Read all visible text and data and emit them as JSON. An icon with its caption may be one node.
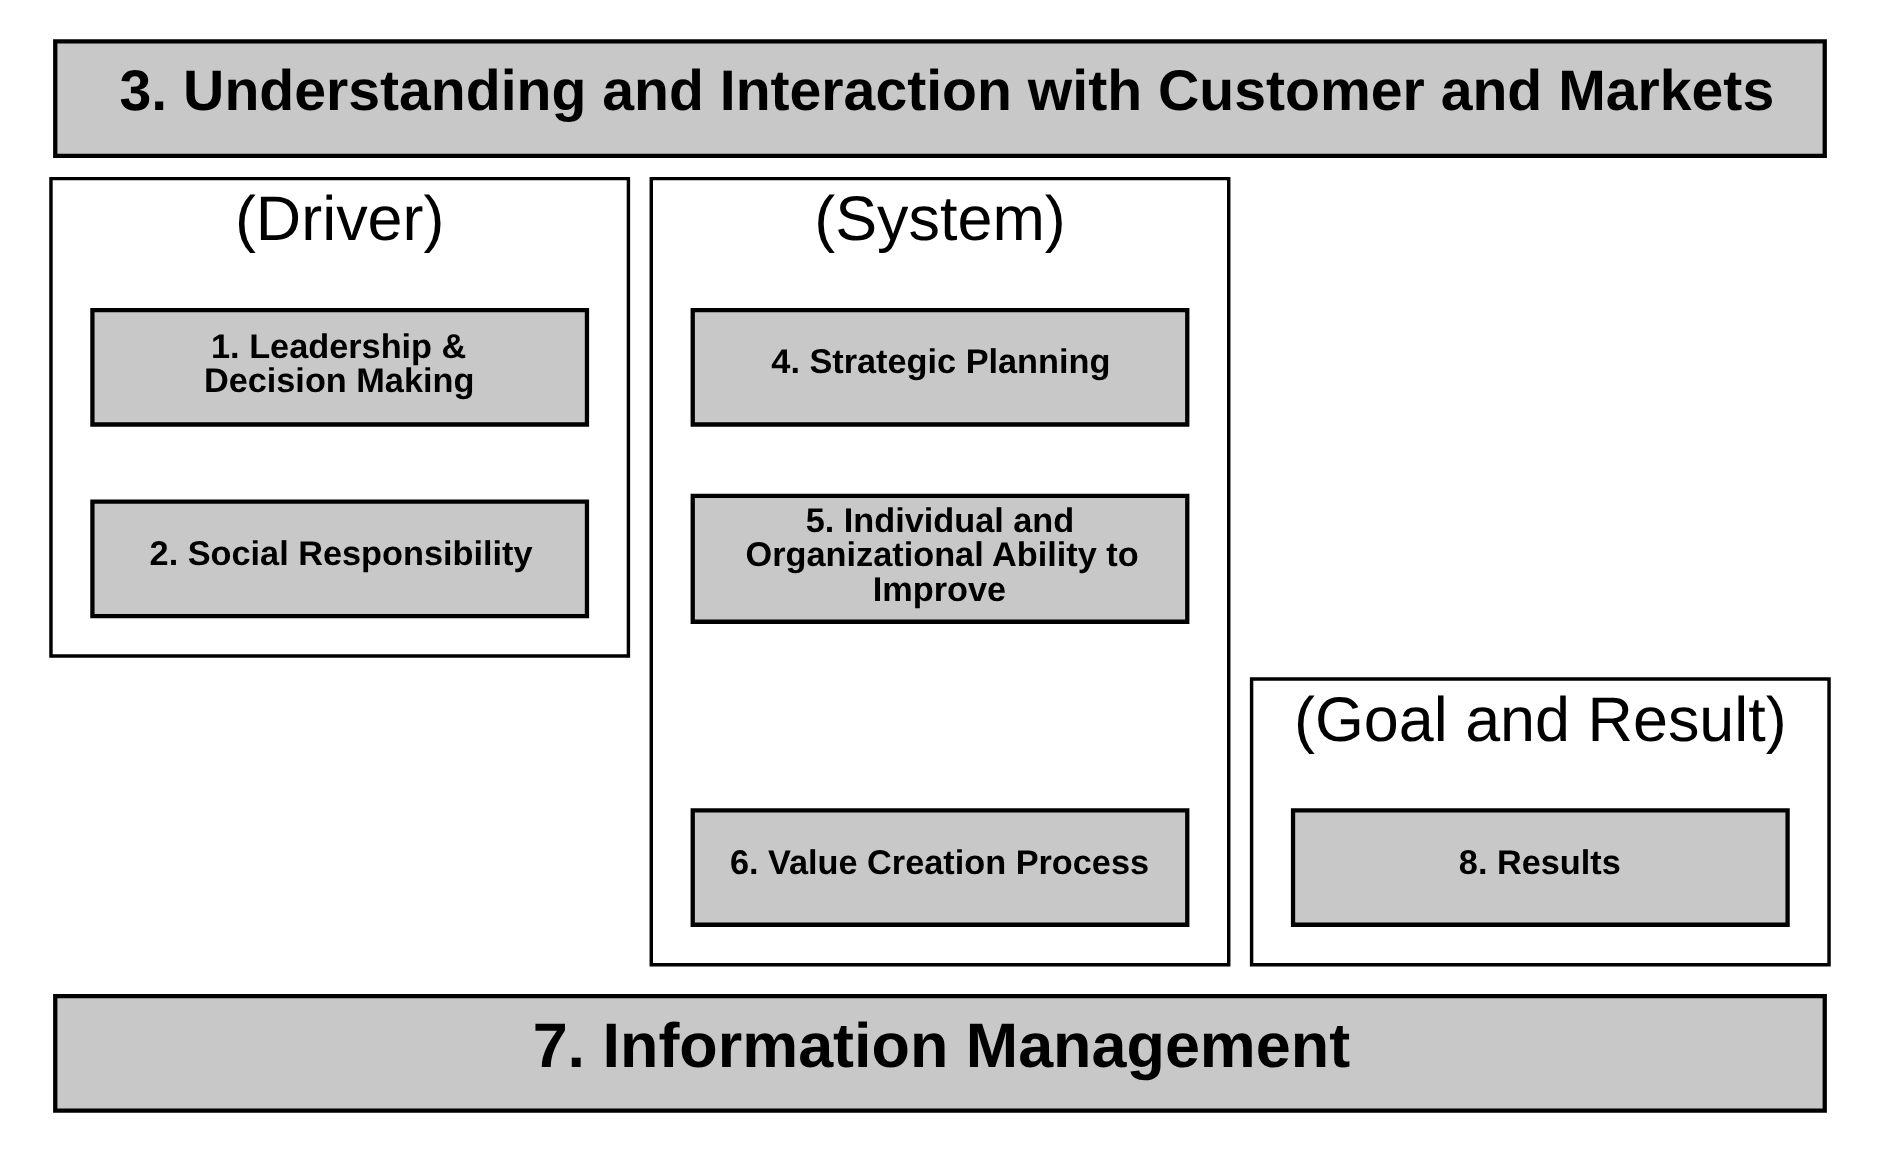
{
  "diagram": {
    "nodes": [
      {
        "text": [
          "3. Understanding and Interaction with Customer and Markets"
        ]
      },
      {
        "text": [
          "(Driver)"
        ]
      },
      {
        "text": [
          "1. Leadership & Decision Making"
        ],
        "in": 1
      },
      {
        "text": [
          "2. Social Responsibility"
        ],
        "in": 1
      },
      {
        "text": [
          "(System)"
        ]
      },
      {
        "text": [
          "4. Strategic Planning"
        ],
        "in": 4
      },
      {
        "text": [
          "5. Individual and Organizational Ability to Improve"
        ],
        "in": 4
      },
      {
        "text": [
          "6. Value Creation Process"
        ],
        "in": 4
      },
      {
        "text": [
          "(Goal and Result)"
        ]
      },
      {
        "text": [
          "8. Results"
        ],
        "in": 8
      },
      {
        "text": [
          "7. Information Management"
        ]
      }
    ]
  }
}
